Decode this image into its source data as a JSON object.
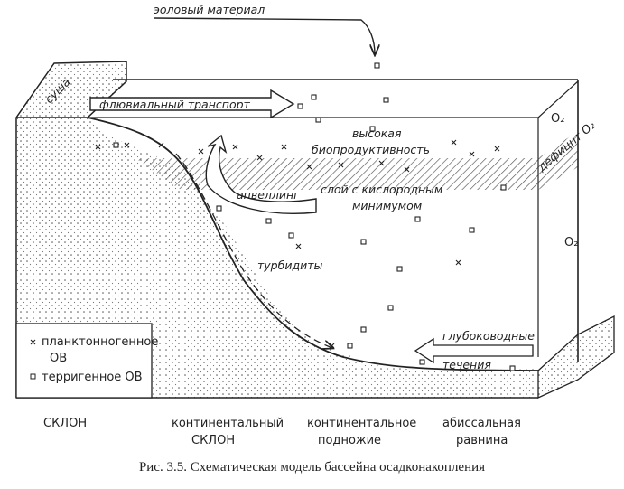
{
  "labels": {
    "aeolian": "эоловый материал",
    "land": "суша",
    "fluvial": "флювиальный транспорт",
    "high_bio_1": "высокая",
    "high_bio_2": "биопродуктивность",
    "o2_top": "O₂",
    "o2_deficit": "дефицит O₂",
    "upwelling": "апвеллинг",
    "omz_1": "слой с кислородным",
    "omz_2": "минимумом",
    "turbidites": "турбидиты",
    "o2_deep": "O₂",
    "deep_1": "глубоководные",
    "deep_2": "течения"
  },
  "legend": {
    "plankton_1": "планктонногенное",
    "plankton_2": "ОВ",
    "terrigenous": "терригенное ОВ"
  },
  "bottom_labels": {
    "slope": "СКЛОН",
    "cont_slope_1": "континентальный",
    "cont_slope_2": "СКЛОН",
    "cont_rise_1": "континентальное",
    "cont_rise_2": "подножие",
    "abyssal_1": "абиссальная",
    "abyssal_2": "равнина"
  },
  "caption": "Рис. 3.5. Схематическая модель бассейна осадконакопления"
}
